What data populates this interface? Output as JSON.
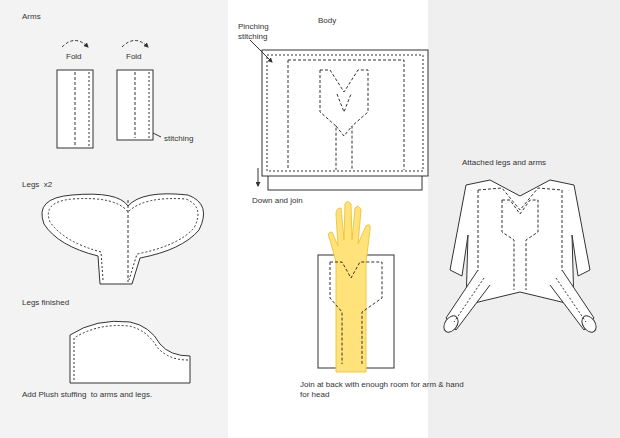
{
  "diagram": {
    "labels": [
      "Arms",
      "Fold",
      "Fold",
      "stitching",
      "Legs  x2",
      "Legs finished",
      "Add Plush stuffing  to arms and legs.",
      "Body",
      "Pinching stitching",
      "Down and join",
      "Join at back with enough room for arm & hand for head",
      "Attached legs and arms"
    ]
  }
}
